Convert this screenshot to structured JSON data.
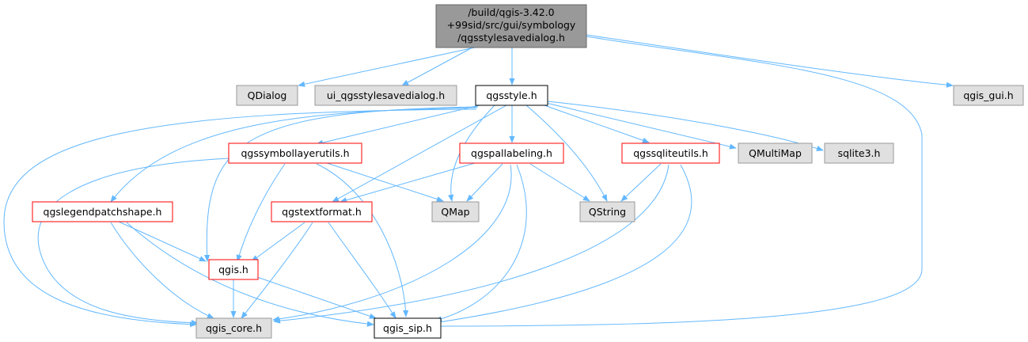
{
  "graph": {
    "root": {
      "line1": "/build/qgis-3.42.0",
      "line2": "+99sid/src/gui/symbology",
      "line3": "/qgsstylesavedialog.h"
    },
    "nodes": {
      "qdialog": "QDialog",
      "ui_dialog": "ui_qgsstylesavedialog.h",
      "qgsstyle": "qgsstyle.h",
      "qgis_gui": "qgis_gui.h",
      "symbollayerutils": "qgssymbollayerutils.h",
      "pallabeling": "qgspallabeling.h",
      "sqliteutils": "qgssqliteutils.h",
      "qmultimap": "QMultiMap",
      "sqlite3": "sqlite3.h",
      "legendpatchshape": "qgslegendpatchshape.h",
      "textformat": "qgstextformat.h",
      "qmap": "QMap",
      "qstring": "QString",
      "qgis": "qgis.h",
      "qgis_core": "qgis_core.h",
      "qgis_sip": "qgis_sip.h"
    },
    "colors": {
      "edge": "#63B8FF",
      "root_fill": "#999999",
      "root_border": "#666666",
      "external_fill": "#E0E0E0",
      "external_border": "#999999",
      "documented_border": "#000000",
      "incomplete_border": "#FF0000"
    }
  }
}
